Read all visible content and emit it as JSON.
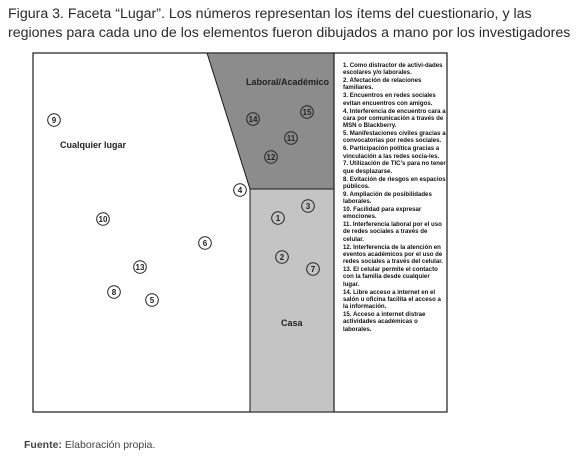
{
  "caption": "Figura 3. Faceta “Lugar”. Los números representan los ítems del cuestionario, y las regiones para cada uno de los elementos fueron dibujados a mano por los investigadores",
  "source_label": "Fuente:",
  "source_text": " Elaboración propia.",
  "regions": {
    "cualquier": "Cualquier lugar",
    "laboral": "Laboral/Académico",
    "casa": "Casa"
  },
  "colors": {
    "laboral_fill": "#8c8c8c",
    "casa_fill": "#c4c4c4",
    "border": "#1a1a1a"
  },
  "points": [
    {
      "n": "1",
      "region": "casa"
    },
    {
      "n": "2",
      "region": "casa"
    },
    {
      "n": "3",
      "region": "casa"
    },
    {
      "n": "4",
      "region": "borde"
    },
    {
      "n": "5",
      "region": "cualquier"
    },
    {
      "n": "6",
      "region": "cualquier"
    },
    {
      "n": "7",
      "region": "casa"
    },
    {
      "n": "8",
      "region": "cualquier"
    },
    {
      "n": "9",
      "region": "cualquier"
    },
    {
      "n": "10",
      "region": "cualquier"
    },
    {
      "n": "11",
      "region": "laboral"
    },
    {
      "n": "12",
      "region": "laboral"
    },
    {
      "n": "13",
      "region": "cualquier"
    },
    {
      "n": "14",
      "region": "laboral"
    },
    {
      "n": "15",
      "region": "laboral"
    }
  ],
  "legend": [
    "1. Como distractor de activi-dades escolares y/o laborales.",
    "2. Afectación de relaciones familiares.",
    "3. Encuentros en redes sociales evitan encuentros con amigos.",
    "4. Interferencia de encuentro cara a cara por comunicación a través de MSN o Blackberry.",
    "5. Manifestaciones civiles gracias a convocatorias por redes sociales.",
    "6. Participación política gracias a vinculación a las redes socia-les.",
    "7. Utilización de TIC’s para no tener que desplazarse.",
    "8. Evitación de riesgos en espacios públicos.",
    "9. Ampliación de posibilidades laborales.",
    "10. Facilidad para expresar emociones.",
    "11. Interferencia laboral por el uso de redes sociales a través de celular.",
    "12. Interferencia de la atención en eventos académicos por el uso de redes sociales a través del celular.",
    "13. El celular permite el contacto con la familia desde cualquier lugar.",
    "14. Libre acceso a internet en el salón u oficina facilita el acceso a la información.",
    "15. Acceso a internet distrae actividades académicas o laborales."
  ]
}
